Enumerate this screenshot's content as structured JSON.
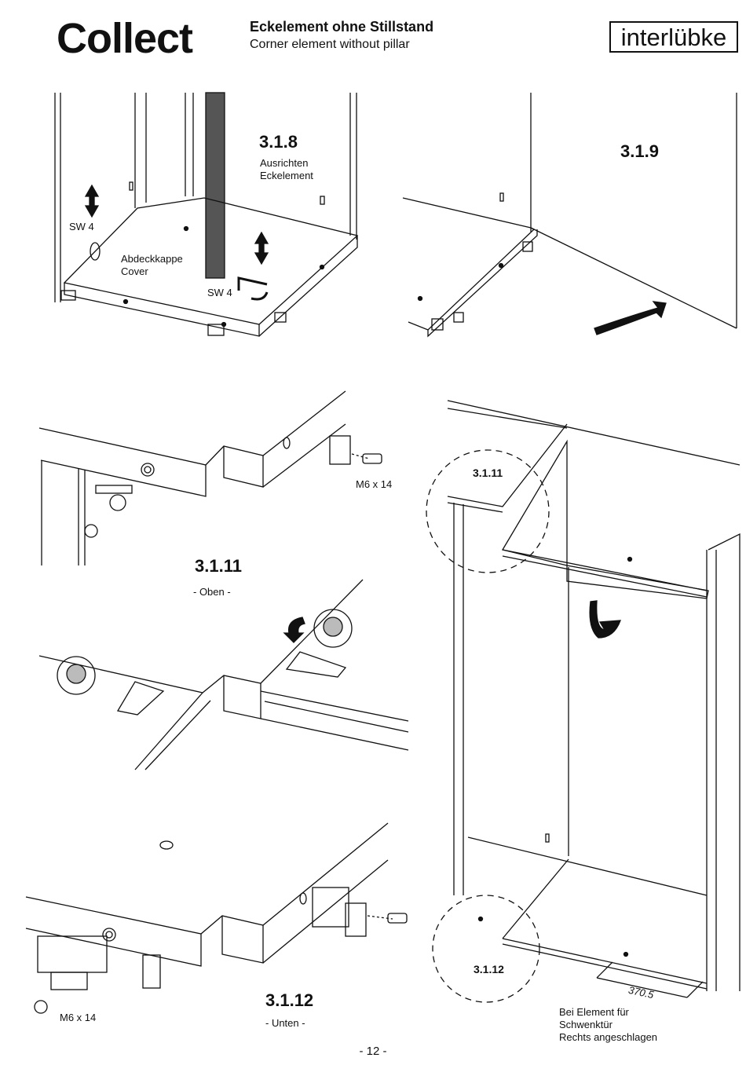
{
  "header": {
    "brand": "Collect",
    "title_de": "Eckelement ohne Stillstand",
    "title_en": "Corner element without pillar",
    "logo": "interlübke"
  },
  "steps": {
    "s318": {
      "number": "3.1.8",
      "desc_line1": "Ausrichten",
      "desc_line2": "Eckelement"
    },
    "s319": {
      "number": "3.1.9"
    },
    "s3111": {
      "number": "3.1.11",
      "note": "- Oben -",
      "callout": "3.1.11"
    },
    "s3112": {
      "number": "3.1.12",
      "note": "- Unten -",
      "callout": "3.1.12"
    }
  },
  "labels": {
    "sw4_left": "SW 4",
    "sw4_bottom": "SW 4",
    "cover_de": "Abdeckkappe",
    "cover_en": "Cover",
    "screw_top": "M6 x 14",
    "screw_bottom": "M6 x 14",
    "dimension": "370.5",
    "note_line1": "Bei Element für",
    "note_line2": "Schwenktür",
    "note_line3": "Rechts angeschlagen"
  },
  "footer": {
    "page_number": "- 12 -"
  }
}
